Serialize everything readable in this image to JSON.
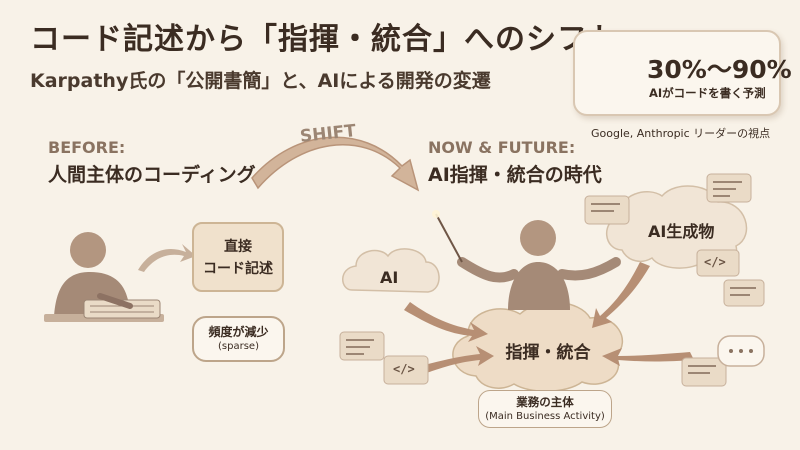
{
  "header": {
    "title": "コード記述から「指揮・統合」へのシフト",
    "subtitle": "Karpathy氏の「公開書簡」と、AIによる開発の変遷"
  },
  "stat": {
    "value": "30%〜90%",
    "label": "AIがコードを書く予測",
    "source": "Google, Anthropic リーダーの視点"
  },
  "before": {
    "heading": "BEFORE:",
    "subheading": "人間主体のコーディング",
    "task_line1": "直接",
    "task_line2": "コード記述",
    "freq_main": "頻度が減少",
    "freq_sub": "(sparse)"
  },
  "shift": {
    "label": "SHIFT"
  },
  "now": {
    "heading": "NOW & FUTURE:",
    "subheading": "AI指揮・統合の時代",
    "ai_cloud": "AI",
    "gen_cloud": "AI生成物",
    "center": "指揮・統合",
    "badge_main": "業務の主体",
    "badge_sub": "(Main Business Activity)",
    "code_symbol": "</>"
  },
  "colors": {
    "background": "#f8f2e8",
    "accent": "#b78f74",
    "figure": "#a58a77",
    "cloud": "#f1e5d6"
  },
  "icons": [
    "pie-chart-icon",
    "shift-arrow-icon",
    "typing-person-icon",
    "conductor-figure-icon",
    "baton-icon",
    "cloud-icon",
    "code-card-icon",
    "chat-bubble-icon"
  ]
}
